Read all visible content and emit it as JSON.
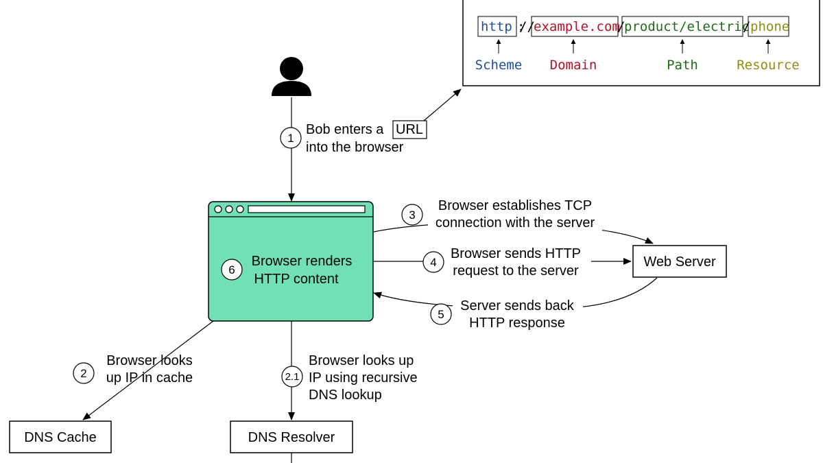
{
  "url_box": {
    "scheme": "http",
    "sep1": ":",
    "sep2": "//",
    "domain": "example.com",
    "sep3": "/",
    "path": "product/electric",
    "sep4": "/",
    "resource": "phone",
    "labels": {
      "scheme": "Scheme",
      "domain": "Domain",
      "path": "Path",
      "resource": "Resource"
    }
  },
  "colors": {
    "scheme": "#1f4e9c",
    "domain": "#b3122a",
    "path": "#1e6b16",
    "resource": "#8f8d12",
    "browser_fill": "#72e0b5"
  },
  "icons": {
    "user": "person-icon"
  },
  "steps": {
    "s1": {
      "num": "1",
      "line1": "Bob enters a",
      "url": "URL",
      "line2": "into the browser"
    },
    "s2": {
      "num": "2",
      "line1": "Browser looks",
      "line2": "up IP in cache"
    },
    "s21": {
      "num": "2.1",
      "line1": "Browser looks up",
      "line2": "IP using recursive",
      "line3": "DNS lookup"
    },
    "s3": {
      "num": "3",
      "line1": "Browser establishes TCP",
      "line2": "connection with the server"
    },
    "s4": {
      "num": "4",
      "line1": "Browser sends HTTP",
      "line2": "request to the server"
    },
    "s5": {
      "num": "5",
      "line1": "Server sends back",
      "line2": "HTTP response"
    },
    "s6": {
      "num": "6",
      "line1": "Browser renders",
      "line2": "HTTP content"
    }
  },
  "nodes": {
    "web_server": "Web Server",
    "dns_cache": "DNS Cache",
    "dns_resolver": "DNS Resolver"
  }
}
